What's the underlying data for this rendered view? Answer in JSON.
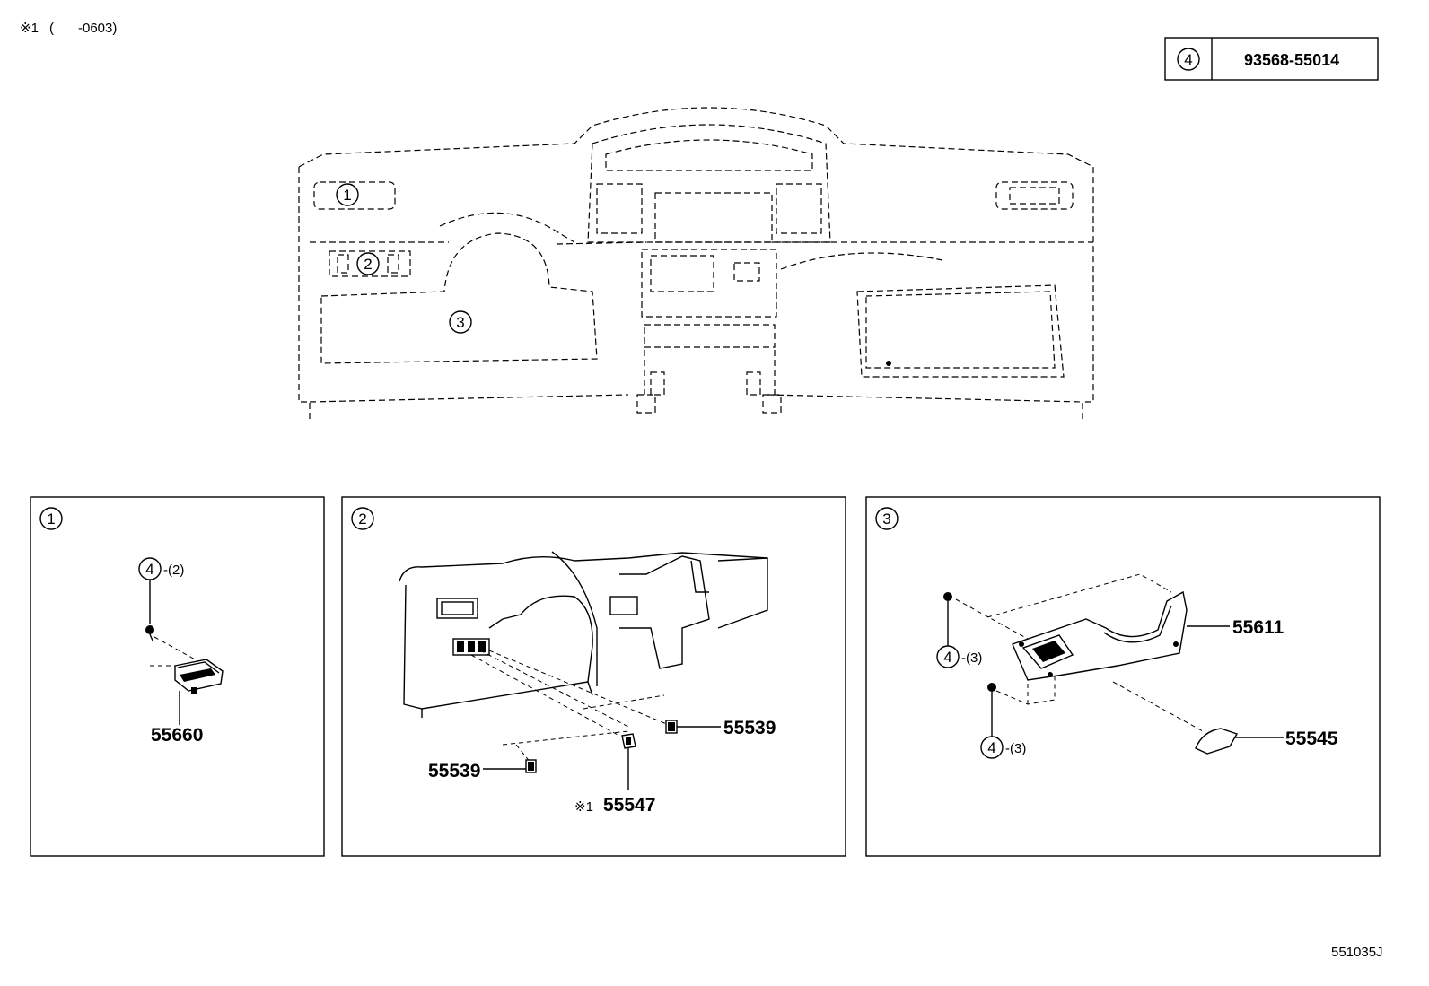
{
  "header": {
    "footnote_mark": "※1",
    "footnote_open": "(",
    "footnote_range": "-0603)"
  },
  "legend": {
    "ref": "4",
    "part_number": "93568-55014"
  },
  "overview": {
    "callouts": [
      "1",
      "2",
      "3"
    ]
  },
  "panels": [
    {
      "id": "1",
      "parts": [
        {
          "ref": "4",
          "qty": "-(2)"
        },
        {
          "number": "55660"
        }
      ]
    },
    {
      "id": "2",
      "parts": [
        {
          "number": "55539"
        },
        {
          "number": "55539"
        },
        {
          "mark": "※1",
          "number": "55547"
        }
      ]
    },
    {
      "id": "3",
      "parts": [
        {
          "number": "55611"
        },
        {
          "ref": "4",
          "qty": "-(3)"
        },
        {
          "ref": "4",
          "qty": "-(3)"
        },
        {
          "number": "55545"
        }
      ]
    }
  ],
  "footer": {
    "diagram_code": "551035J"
  }
}
